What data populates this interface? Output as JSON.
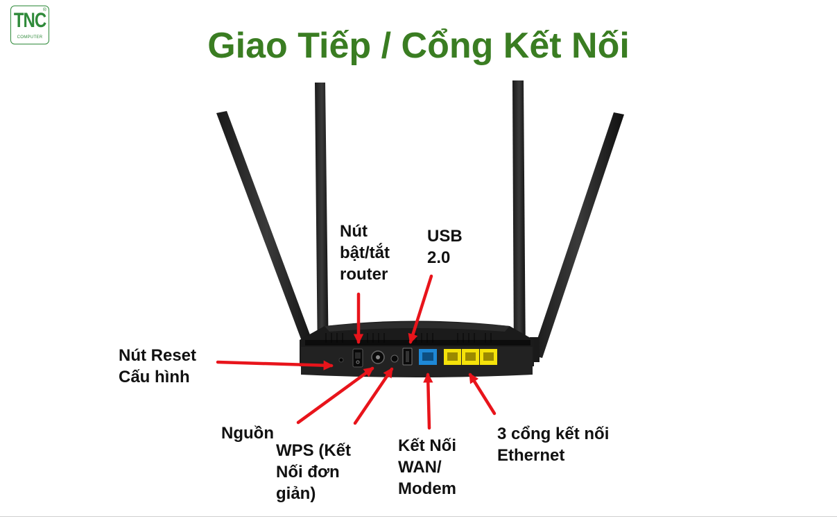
{
  "logo": {
    "main": "TNC",
    "sub": "COMPUTER",
    "registered": "®",
    "color": "#2f8a3a"
  },
  "title": "Giao Tiếp / Cổng Kết Nối",
  "title_color": "#3a7d22",
  "arrow_color": "#e8141b",
  "labels": {
    "power_switch": "Nút\nbật/tắt\nrouter",
    "usb": "USB\n2.0",
    "reset": "Nút Reset\nCấu hình",
    "power": "Nguồn",
    "wps": "WPS (Kết\nNối đơn\ngiản)",
    "wan": "Kết Nối\nWAN/\nModem",
    "ethernet": "3 cổng kết nối\nEthernet"
  },
  "ports": {
    "wan_color": "#1e88d6",
    "lan_color": "#f5e20a"
  }
}
